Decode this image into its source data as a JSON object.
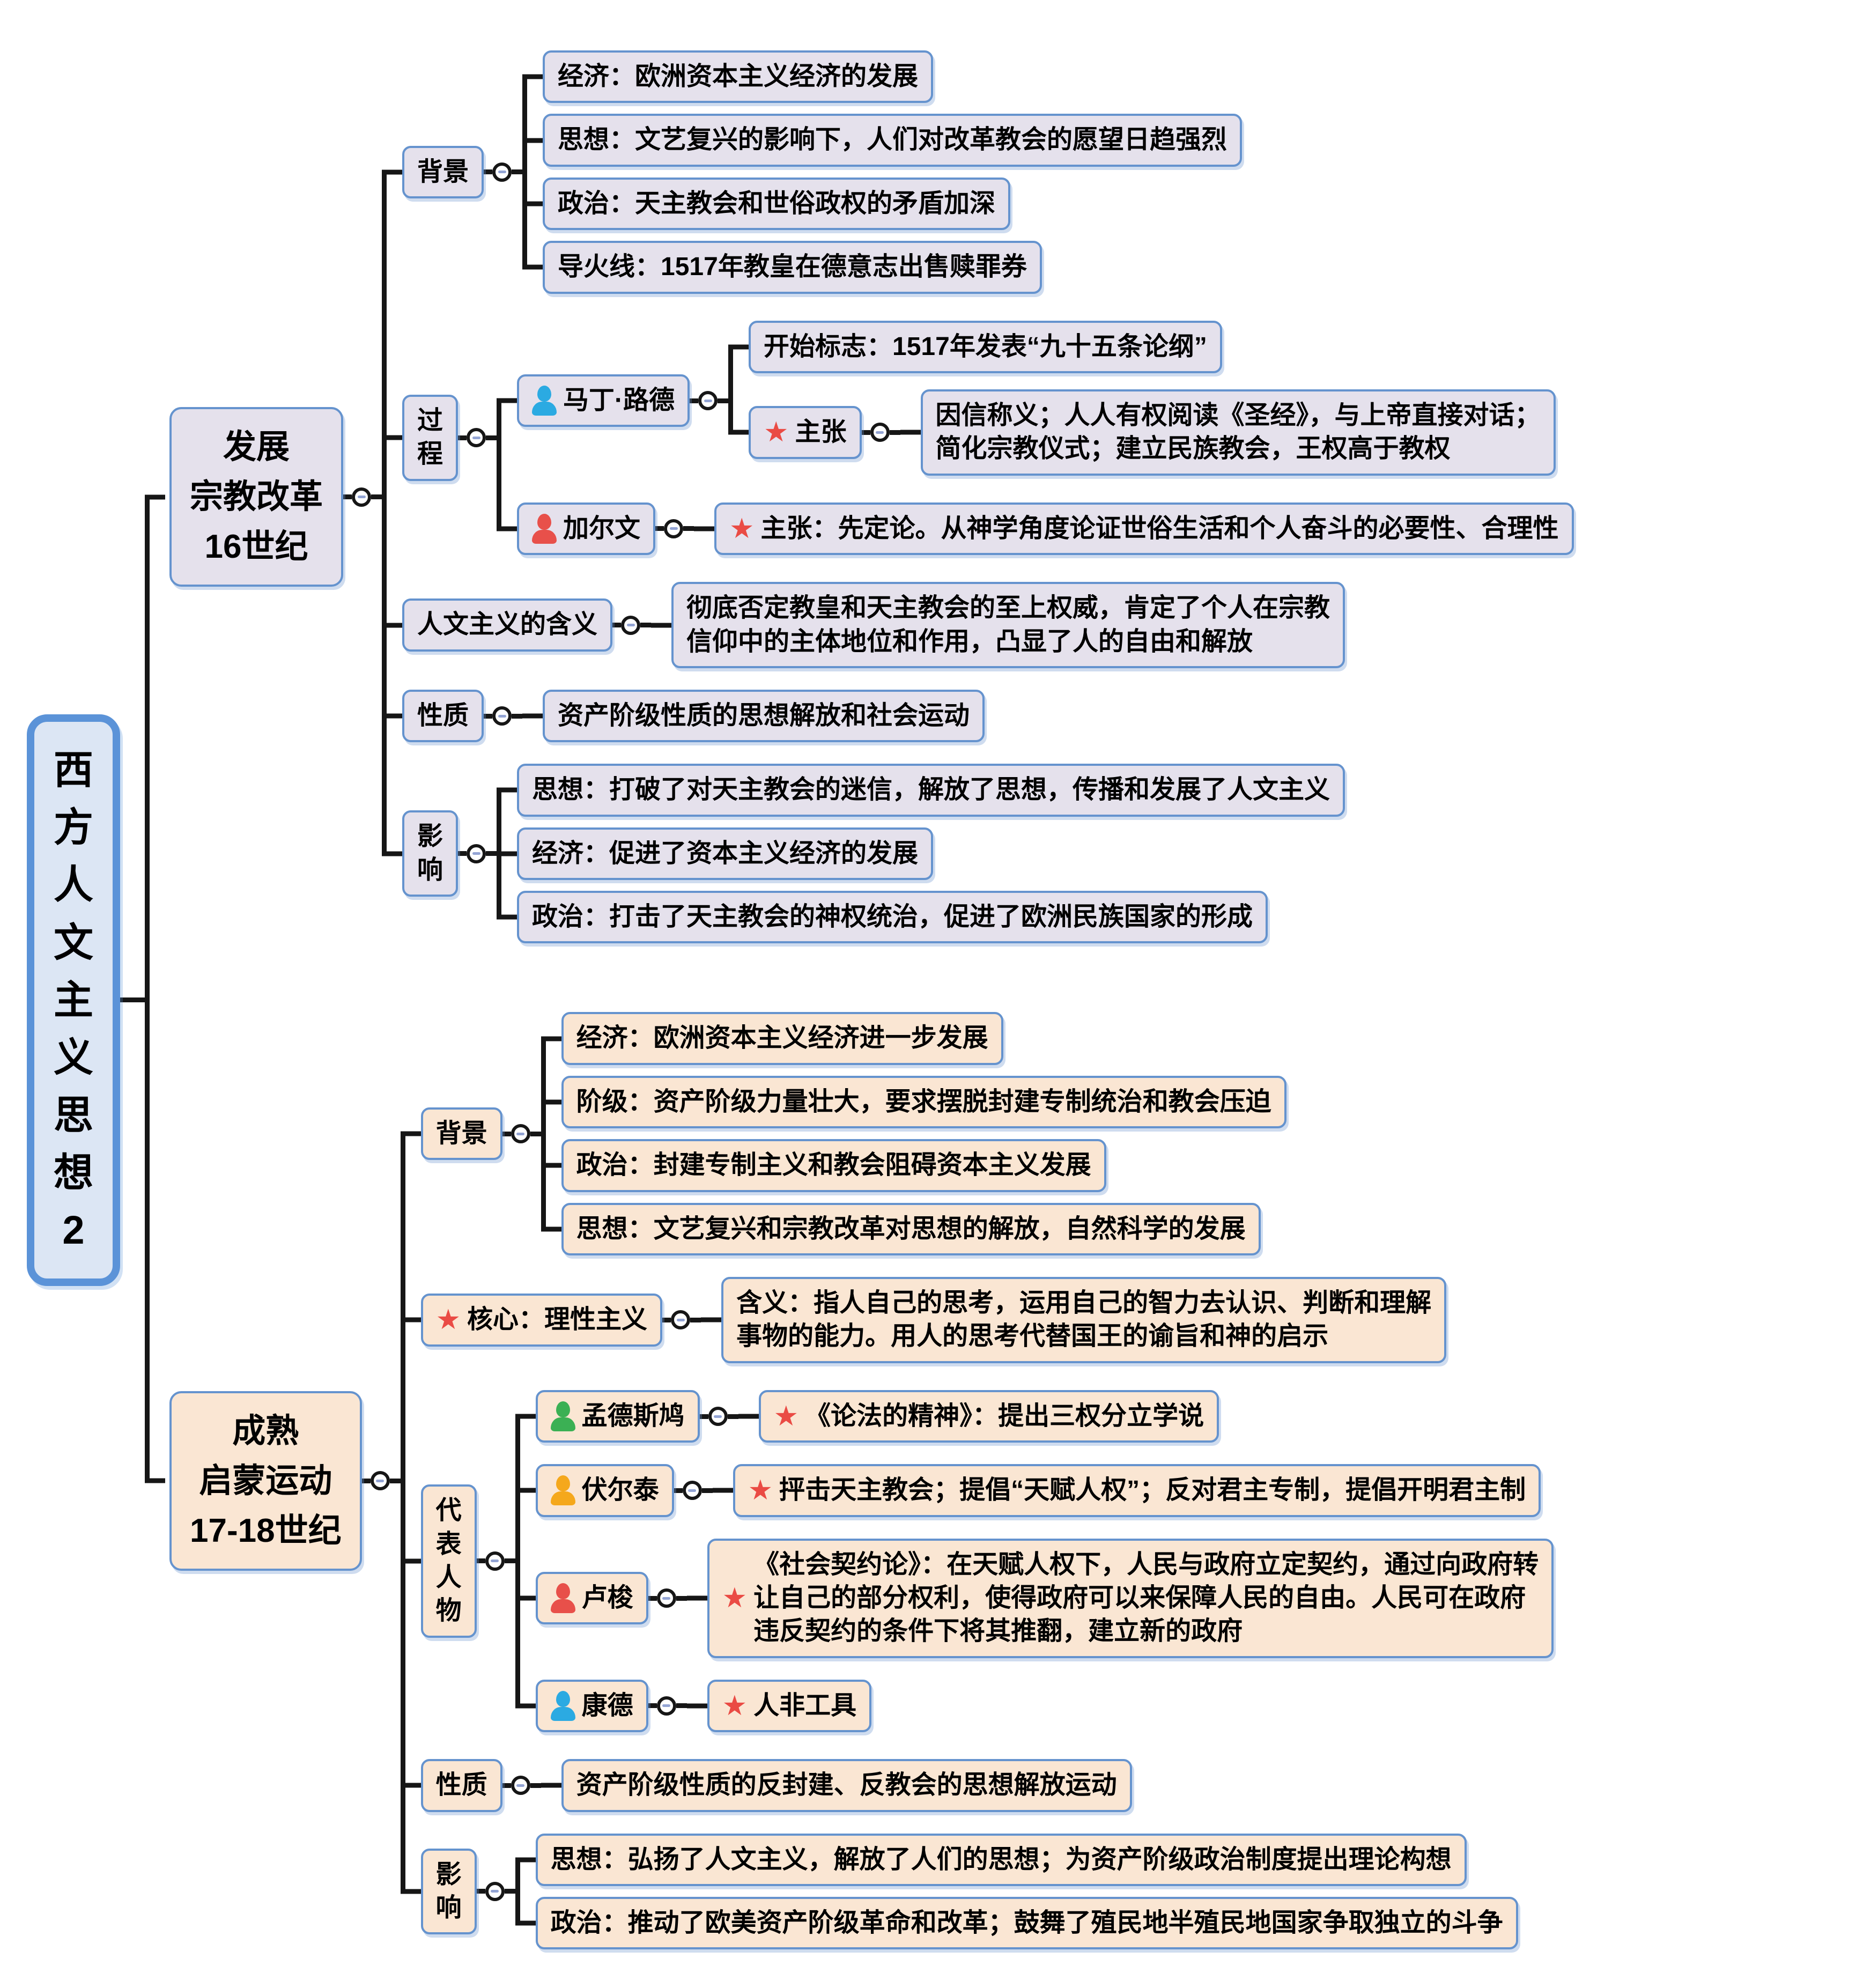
{
  "icons": {
    "star": "★"
  },
  "colors": {
    "line": "#161616",
    "box_border": "#6593CE",
    "root_border": "#5B93D8",
    "root_fill": "#DCE6F4",
    "purple_fill": "#E5E1EC",
    "peach_fill": "#FAE6D3",
    "star": "#EA4B44",
    "collapse_minus": "#93A4D4",
    "luther_person": "#2BAAE2",
    "calvin_person": "#E8504A",
    "montesquieu_person": "#3BB054",
    "voltaire_person": "#F5A81C",
    "rousseau_person": "#E8504A",
    "kant_person": "#2BAAE2"
  },
  "root": {
    "name": "root-topic-western-humanism",
    "label": "西\n方\n人\n文\n主\n义\n思\n想\n2"
  },
  "branches": [
    {
      "name": "branch-religious-reform",
      "theme": "purple",
      "label": "发展\n宗教改革\n16世纪",
      "children": [
        {
          "name": "reform-background",
          "label": "背景",
          "children": [
            {
              "name": "reform-bg-economy",
              "label": "经济：欧洲资本主义经济的发展"
            },
            {
              "name": "reform-bg-thought",
              "label": "思想：文艺复兴的影响下，人们对改革教会的愿望日趋强烈"
            },
            {
              "name": "reform-bg-politics",
              "label": "政治：天主教会和世俗政权的矛盾加深"
            },
            {
              "name": "reform-bg-fuse",
              "label": "导火线：1517年教皇在德意志出售赎罪券"
            }
          ]
        },
        {
          "name": "reform-process",
          "label": "过\n程",
          "vertical": true,
          "children": [
            {
              "name": "martin-luther",
              "label": "马丁·路德",
              "icon": "person",
              "icon_color": "#2BAAE2",
              "children": [
                {
                  "name": "luther-start-sign",
                  "label": "开始标志：1517年发表“九十五条论纲”"
                },
                {
                  "name": "luther-claims",
                  "label": "主张",
                  "icon": "star",
                  "children": [
                    {
                      "name": "luther-claims-detail",
                      "label": "因信称义；人人有权阅读《圣经》，与上帝直接对话；\n简化宗教仪式；建立民族教会，王权高于教权"
                    }
                  ]
                }
              ]
            },
            {
              "name": "calvin",
              "label": "加尔文",
              "icon": "person",
              "icon_color": "#E8504A",
              "children": [
                {
                  "name": "calvin-claims",
                  "label": "主张：先定论。从神学角度论证世俗生活和个人奋斗的必要性、合理性",
                  "icon": "star"
                }
              ]
            }
          ]
        },
        {
          "name": "humanism-meaning",
          "label": "人文主义的含义",
          "children": [
            {
              "name": "humanism-meaning-detail",
              "label": "彻底否定教皇和天主教会的至上权威，肯定了个人在宗教\n信仰中的主体地位和作用，凸显了人的自由和解放"
            }
          ]
        },
        {
          "name": "reform-nature",
          "label": "性质",
          "children": [
            {
              "name": "reform-nature-detail",
              "label": "资产阶级性质的思想解放和社会运动"
            }
          ]
        },
        {
          "name": "reform-impact",
          "label": "影\n响",
          "vertical": true,
          "children": [
            {
              "name": "reform-impact-thought",
              "label": "思想：打破了对天主教会的迷信，解放了思想，传播和发展了人文主义"
            },
            {
              "name": "reform-impact-economy",
              "label": "经济：促进了资本主义经济的发展"
            },
            {
              "name": "reform-impact-politics",
              "label": "政治：打击了天主教会的神权统治，促进了欧洲民族国家的形成"
            }
          ]
        }
      ]
    },
    {
      "name": "branch-enlightenment",
      "theme": "peach",
      "label": "成熟\n启蒙运动\n17-18世纪",
      "children": [
        {
          "name": "enlightenment-background",
          "label": "背景",
          "children": [
            {
              "name": "enl-bg-economy",
              "label": "经济：欧洲资本主义经济进一步发展"
            },
            {
              "name": "enl-bg-class",
              "label": "阶级：资产阶级力量壮大，要求摆脱封建专制统治和教会压迫"
            },
            {
              "name": "enl-bg-politics",
              "label": "政治：封建专制主义和教会阻碍资本主义发展"
            },
            {
              "name": "enl-bg-thought",
              "label": "思想：文艺复兴和宗教改革对思想的解放，自然科学的发展"
            }
          ]
        },
        {
          "name": "enlightenment-core",
          "label": "核心：理性主义",
          "icon": "star",
          "children": [
            {
              "name": "rationalism-meaning",
              "label": "含义：指人自己的思考，运用自己的智力去认识、判断和理解\n事物的能力。用人的思考代替国王的谕旨和神的启示"
            }
          ]
        },
        {
          "name": "representative-figures",
          "label": "代\n表\n人\n物",
          "vertical": true,
          "children": [
            {
              "name": "montesquieu",
              "label": "孟德斯鸠",
              "icon": "person",
              "icon_color": "#3BB054",
              "children": [
                {
                  "name": "montesquieu-work",
                  "label": "《论法的精神》：提出三权分立学说",
                  "icon": "star"
                }
              ]
            },
            {
              "name": "voltaire",
              "label": "伏尔泰",
              "icon": "person",
              "icon_color": "#F5A81C",
              "children": [
                {
                  "name": "voltaire-views",
                  "label": "抨击天主教会；提倡“天赋人权”；反对君主专制，提倡开明君主制",
                  "icon": "star"
                }
              ]
            },
            {
              "name": "rousseau",
              "label": "卢梭",
              "icon": "person",
              "icon_color": "#E8504A",
              "children": [
                {
                  "name": "rousseau-work",
                  "label": "《社会契约论》：在天赋人权下，人民与政府立定契约，通过向政府转\n让自己的部分权利，使得政府可以来保障人民的自由。人民可在政府\n违反契约的条件下将其推翻，建立新的政府",
                  "icon": "star"
                }
              ]
            },
            {
              "name": "kant",
              "label": "康德",
              "icon": "person",
              "icon_color": "#2BAAE2",
              "children": [
                {
                  "name": "kant-view",
                  "label": "人非工具",
                  "icon": "star"
                }
              ]
            }
          ]
        },
        {
          "name": "enlightenment-nature",
          "label": "性质",
          "children": [
            {
              "name": "enl-nature-detail",
              "label": "资产阶级性质的反封建、反教会的思想解放运动"
            }
          ]
        },
        {
          "name": "enlightenment-impact",
          "label": "影\n响",
          "vertical": true,
          "children": [
            {
              "name": "enl-impact-thought",
              "label": "思想：弘扬了人文主义，解放了人们的思想；为资产阶级政治制度提出理论构想"
            },
            {
              "name": "enl-impact-politics",
              "label": "政治：推动了欧美资产阶级革命和改革；鼓舞了殖民地半殖民地国家争取独立的斗争"
            }
          ]
        }
      ]
    }
  ]
}
